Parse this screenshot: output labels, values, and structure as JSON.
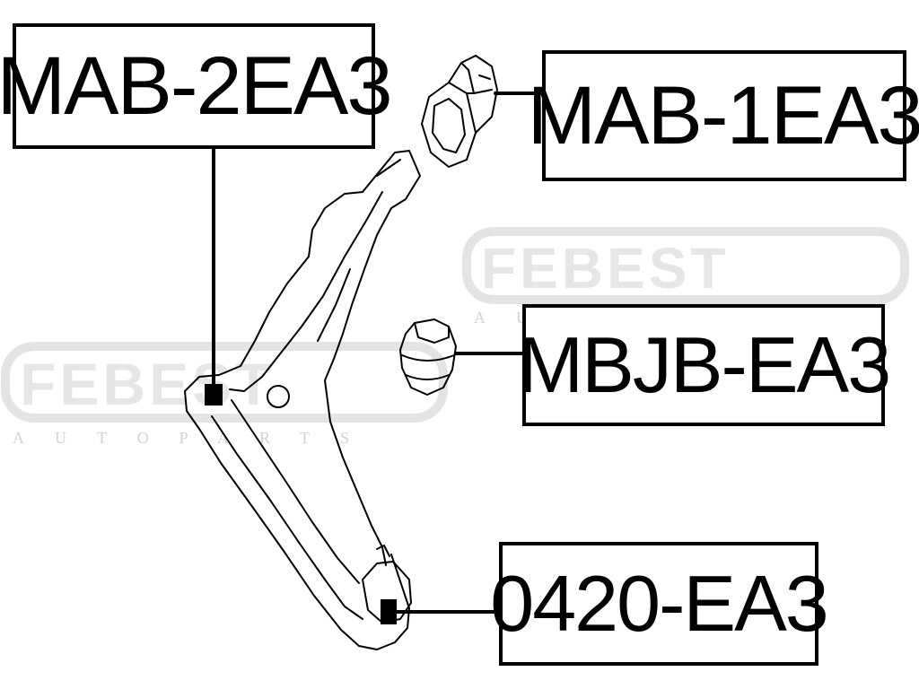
{
  "watermark": {
    "brand": "FEBEST",
    "tagline": "AUTOPARTS"
  },
  "parts": {
    "mab2": "MAB-2EA3",
    "mab1": "MAB-1EA3",
    "mbjb": "MBJB-EA3",
    "p0420": "0420-EA3"
  },
  "colors": {
    "line": "#000000",
    "background": "#ffffff",
    "watermark": "#e6e6e6"
  }
}
